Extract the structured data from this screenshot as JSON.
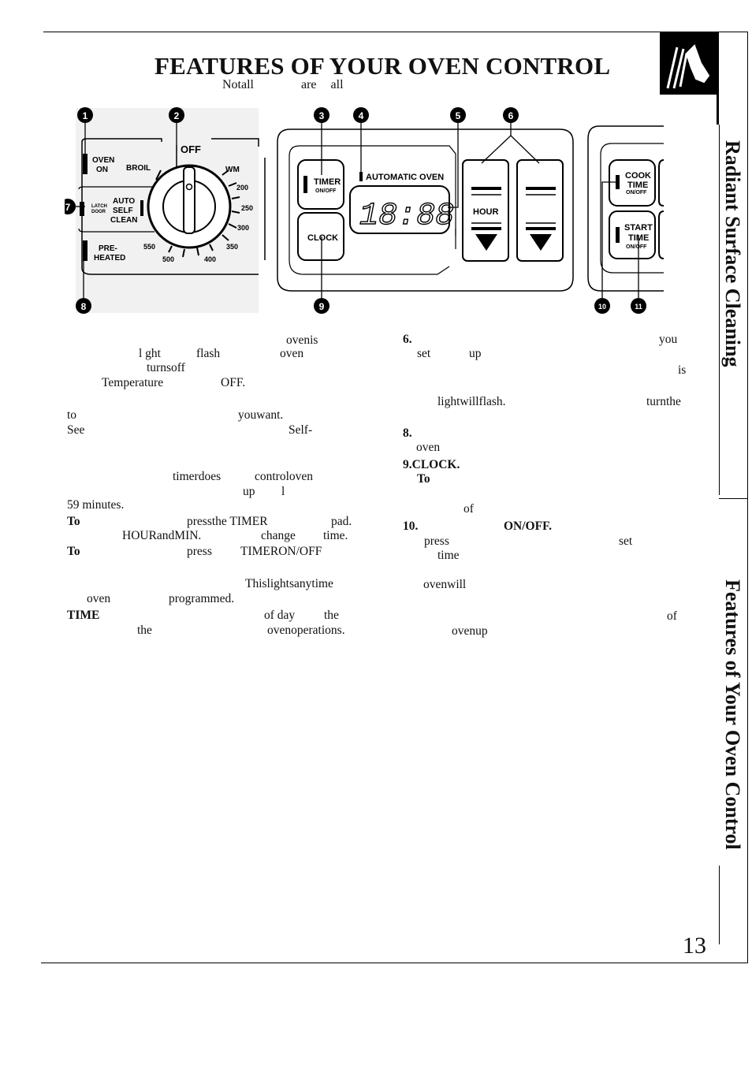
{
  "title": "FEATURES OF YOUR OVEN CONTROL",
  "subtitle_parts": [
    "Notall",
    "are",
    "all"
  ],
  "side_tabs": {
    "upper": "Radiant Surface Cleaning",
    "lower": "Features of Your Oven Control"
  },
  "page_number": "13",
  "callouts": [
    "1",
    "2",
    "3",
    "4",
    "5",
    "6",
    "7",
    "8",
    "9",
    "10",
    "11"
  ],
  "panel": {
    "oven_on": [
      "OVEN",
      "ON"
    ],
    "broil": "BROIL",
    "off": "OFF",
    "wm": "WM",
    "temps": [
      "200",
      "250",
      "300",
      "350",
      "400",
      "500",
      "550"
    ],
    "latch_door": [
      "LATCH",
      "DOOR"
    ],
    "auto_self_clean": [
      "AUTO",
      "SELF",
      "CLEAN"
    ],
    "preheated": [
      "PRE-",
      "HEATED"
    ],
    "timer": [
      "TIMER",
      "ON/OFF"
    ],
    "automatic_oven": "AUTOMATIC OVEN",
    "clock_display": "18:88",
    "clock": "CLOCK",
    "hour": "HOUR",
    "cook_time": [
      "COOK",
      "TIME",
      "ON/OFF"
    ],
    "start_time": [
      "START",
      "TIME",
      "ON/OFF"
    ]
  },
  "left_column": [
    "ovenis",
    "l ght",
    "flash",
    "oven",
    "turnsoff",
    "Temperature",
    "OFF.",
    "to",
    "youwant.",
    "See",
    "Self-",
    "timerdoes",
    "controloven",
    "up",
    "l",
    "59 minutes.",
    "To",
    "pressthe TIMER",
    "pad.",
    "HOURandMIN.",
    "change",
    "time.",
    "To",
    "press",
    "TIMERON/OFF",
    "Thislightsanytime",
    "oven",
    "programmed.",
    "TIME",
    "of day",
    "the",
    "the",
    "ovenoperations."
  ],
  "right_column": [
    "6.",
    "you",
    "set",
    "up",
    "is",
    "lightwillflash.",
    "turnthe",
    "8.",
    "oven",
    "9.CLOCK.",
    "To",
    "of",
    "10.",
    "ON/OFF.",
    "press",
    "set",
    "time",
    "ovenwill",
    "of",
    "ovenup"
  ]
}
